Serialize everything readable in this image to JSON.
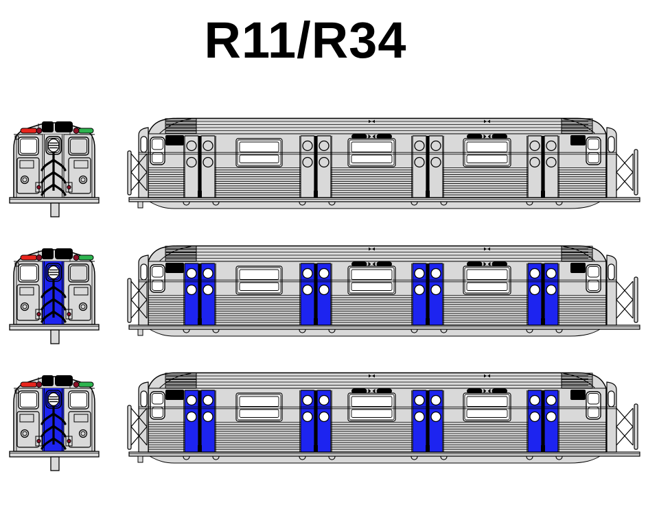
{
  "title": "R11/R34",
  "colors": {
    "background": "#ffffff",
    "outline": "#000000",
    "body": "#d9d9d9",
    "window": "#ffffff",
    "blue": "#1d24f0",
    "sign_black": "#000000",
    "marker_red": "#e8251d",
    "marker_green": "#2db44f",
    "signal_dark_red": "#8b1026"
  },
  "rows": [
    {
      "name": "silver-car",
      "door": "body",
      "porthole": "body",
      "front_center": "body",
      "front_right_window": "body"
    },
    {
      "name": "blue-door-car",
      "door": "blue",
      "porthole": "window",
      "front_center": "blue",
      "front_right_window": "body"
    },
    {
      "name": "blue-door-car-white-windows",
      "door": "blue",
      "porthole": "window",
      "front_center": "blue",
      "front_right_window": "window"
    }
  ]
}
